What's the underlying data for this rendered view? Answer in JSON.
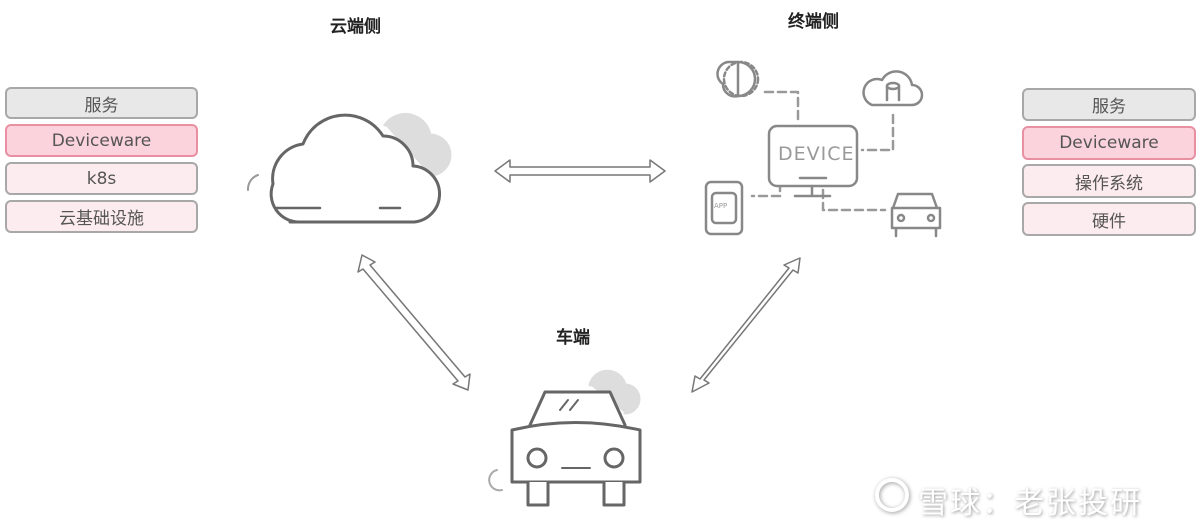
{
  "cloud": {
    "title": "云端侧",
    "stack": [
      "服务",
      "Deviceware",
      "k8s",
      "云基础设施"
    ]
  },
  "terminal": {
    "title": "终端侧",
    "stack": [
      "服务",
      "Deviceware",
      "操作系统",
      "硬件"
    ],
    "device_label": "DEVICE",
    "app_label": "APP"
  },
  "vehicle": {
    "title": "车端"
  },
  "watermark": "雪球：老张投研"
}
